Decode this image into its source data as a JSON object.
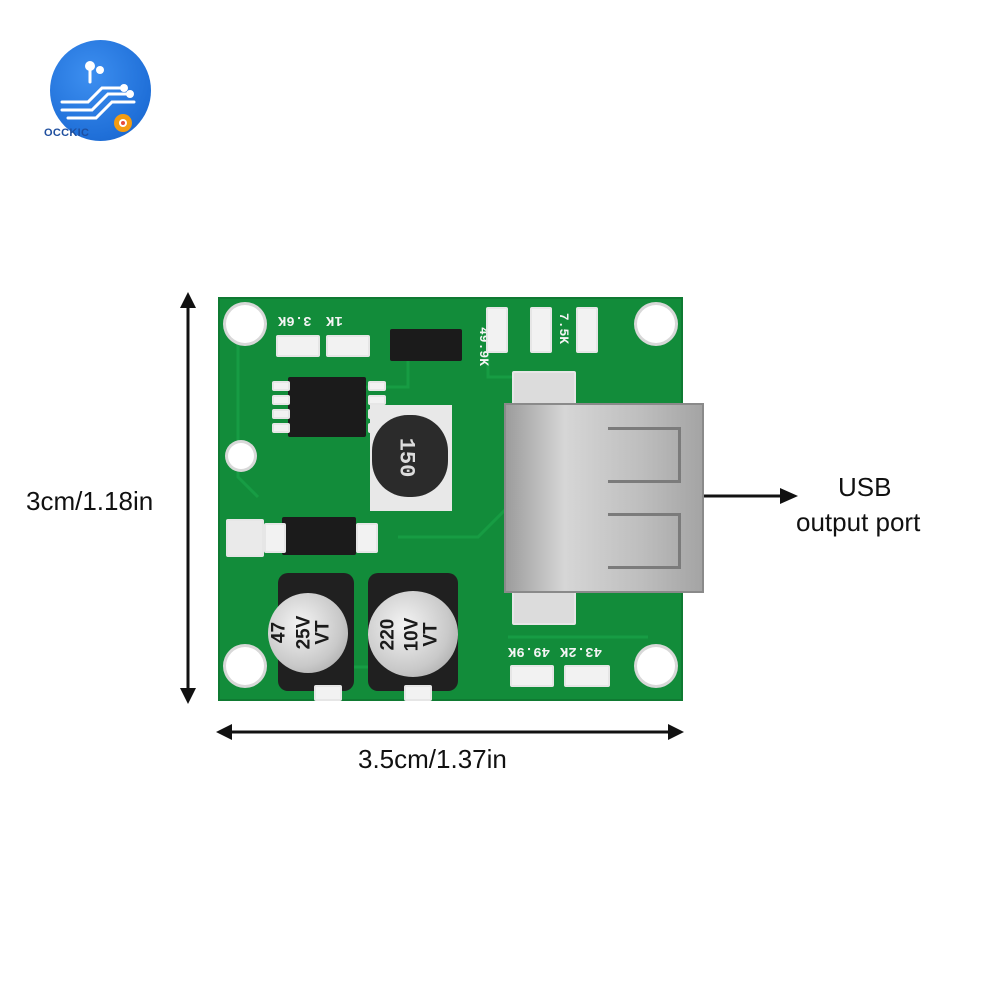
{
  "brand": {
    "logo_text": "OCCKIC"
  },
  "dimensions": {
    "height_label": "3cm/1.18in",
    "width_label": "3.5cm/1.37in"
  },
  "callout": {
    "line1": "USB",
    "line2": "output port"
  },
  "board": {
    "silkscreen": {
      "r1": "3.6K",
      "r2": "1K",
      "r3": "49.9K",
      "r4": "7.5K",
      "r5": "49.9K",
      "r6": "43.2K",
      "inductor": "150",
      "cap_small_1": "47",
      "cap_small_2": "25V",
      "cap_small_3": "VT",
      "cap_big_1": "220",
      "cap_big_2": "10V",
      "cap_big_3": "VT"
    }
  },
  "colors": {
    "pcb": "#128c3a",
    "accent": "#1f6fd8"
  }
}
